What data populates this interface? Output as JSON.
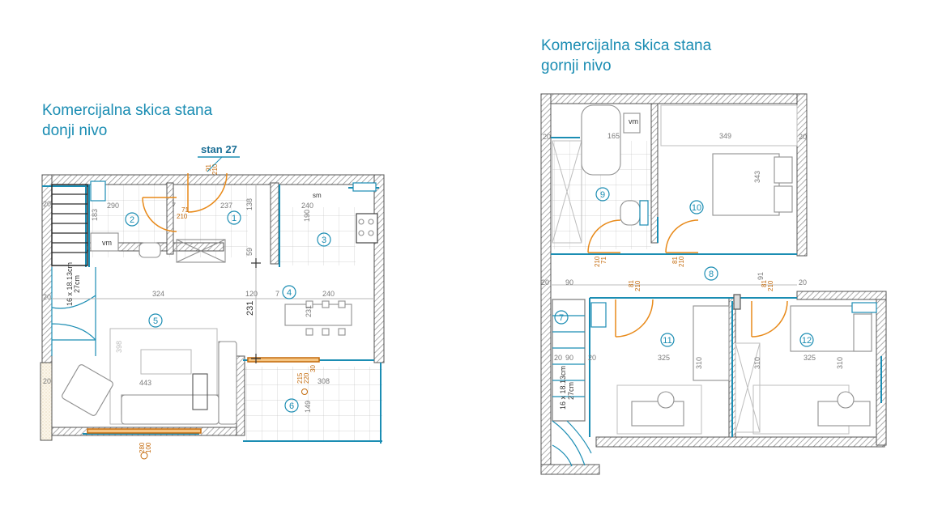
{
  "lower": {
    "title_line1": "Komercijalna skica stana",
    "title_line2": "donji nivo",
    "apartment_label": "stan 27",
    "room_numbers": [
      "1",
      "2",
      "3",
      "4",
      "5",
      "6"
    ],
    "fixture_labels": {
      "wc": "vm",
      "kitchen": "sm"
    },
    "dimensions": {
      "d290": "290",
      "d237": "237",
      "d240": "240",
      "d183": "183",
      "d138": "138",
      "d190": "190",
      "d59": "59",
      "d324": "324",
      "d120": "120",
      "d231": "231",
      "d231b": "231",
      "d443": "443",
      "d398": "398",
      "d308": "308",
      "d149": "149",
      "d7a": "7",
      "d7b": "7",
      "d20a": "20",
      "d20b": "20",
      "d20c": "20"
    },
    "openings": {
      "door_top_a": "91",
      "door_top_b": "210",
      "door_wc_a": "71",
      "door_wc_b": "210",
      "window_a": "215",
      "window_b": "220",
      "window_c": "30",
      "window_bottom_a": "280",
      "window_bottom_b": "100",
      "stair_note_a": "16 x 18.13cm",
      "stair_note_b": "27cm"
    }
  },
  "upper": {
    "title_line1": "Komercijalna skica stana",
    "title_line2": "gornji nivo",
    "room_numbers": [
      "7",
      "8",
      "9",
      "10",
      "11",
      "12"
    ],
    "fixture_labels": {
      "bath": "vm"
    },
    "dimensions": {
      "d165": "165",
      "d349": "349",
      "d343": "343",
      "d90": "90",
      "d91": "91",
      "d325a": "325",
      "d325b": "325",
      "d310a": "310",
      "d310b": "310",
      "d310c": "310",
      "d20a": "20",
      "d20b": "20",
      "d20c": "20",
      "d20d": "20",
      "d20e": "20",
      "d20f": "20",
      "d90b": "90"
    },
    "openings": {
      "door9_a": "71",
      "door9_b": "210",
      "door10_a": "81",
      "door10_b": "210",
      "door11_a": "81",
      "door11_b": "210",
      "door12_a": "81",
      "door12_b": "210",
      "stair_note_a": "16 x 18.13cm",
      "stair_note_b": "27cm"
    }
  },
  "colors": {
    "title": "#1b8db3",
    "wall_hatch": "#8a8a8a",
    "window": "#1b8db3",
    "door": "#e88a1a",
    "furniture": "#9a9a9a",
    "room_circle": "#1b8db3"
  }
}
